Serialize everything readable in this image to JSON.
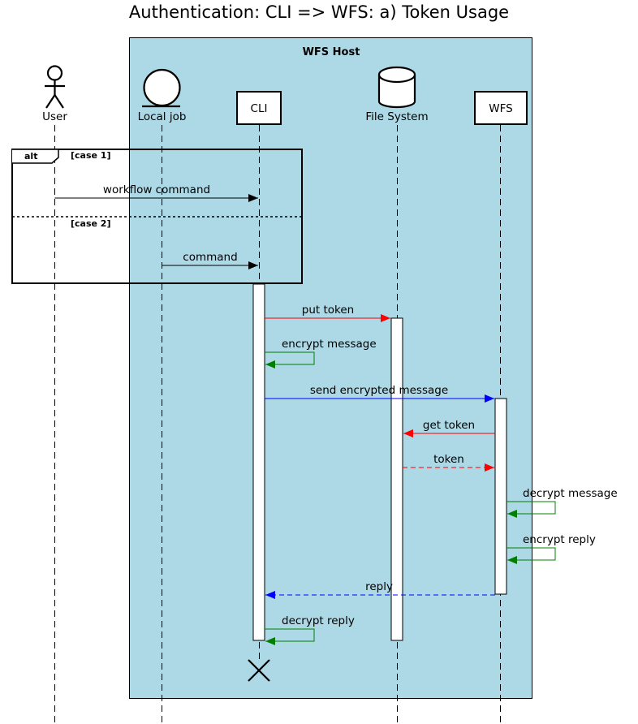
{
  "title": "Authentication: CLI => WFS: a) Token Usage",
  "box": {
    "label": "WFS Host",
    "fill": "#add8e6"
  },
  "participants": [
    {
      "id": "user",
      "label": "User",
      "kind": "actor"
    },
    {
      "id": "local_job",
      "label": "Local job",
      "kind": "entity"
    },
    {
      "id": "cli",
      "label": "CLI",
      "kind": "participant"
    },
    {
      "id": "file_system",
      "label": "File System",
      "kind": "database"
    },
    {
      "id": "wfs",
      "label": "WFS",
      "kind": "participant"
    }
  ],
  "alt": {
    "keyword": "alt",
    "cases": [
      {
        "guard": "[case 1]"
      },
      {
        "guard": "[case 2]"
      }
    ]
  },
  "messages": [
    {
      "id": "m1",
      "label": "workflow command",
      "from": "user",
      "to": "cli",
      "style": "solid",
      "color": "#000000"
    },
    {
      "id": "m2",
      "label": "command",
      "from": "local_job",
      "to": "cli",
      "style": "solid",
      "color": "#000000"
    },
    {
      "id": "m3",
      "label": "put token",
      "from": "cli",
      "to": "file_system",
      "style": "solid",
      "color": "#ff0000"
    },
    {
      "id": "m4",
      "label": "encrypt message",
      "from": "cli",
      "to": "cli",
      "style": "self",
      "color": "#008000"
    },
    {
      "id": "m5",
      "label": "send encrypted message",
      "from": "cli",
      "to": "wfs",
      "style": "solid",
      "color": "#0000ff"
    },
    {
      "id": "m6",
      "label": "get token",
      "from": "wfs",
      "to": "file_system",
      "style": "solid",
      "color": "#ff0000"
    },
    {
      "id": "m7",
      "label": "token",
      "from": "file_system",
      "to": "wfs",
      "style": "dashed",
      "color": "#ff0000"
    },
    {
      "id": "m8",
      "label": "decrypt message",
      "from": "wfs",
      "to": "wfs",
      "style": "self",
      "color": "#008000"
    },
    {
      "id": "m9",
      "label": "encrypt reply",
      "from": "wfs",
      "to": "wfs",
      "style": "self",
      "color": "#008000"
    },
    {
      "id": "m10",
      "label": "reply",
      "from": "wfs",
      "to": "cli",
      "style": "dashed",
      "color": "#0000ff"
    },
    {
      "id": "m11",
      "label": "decrypt reply",
      "from": "cli",
      "to": "cli",
      "style": "self",
      "color": "#008000"
    }
  ]
}
